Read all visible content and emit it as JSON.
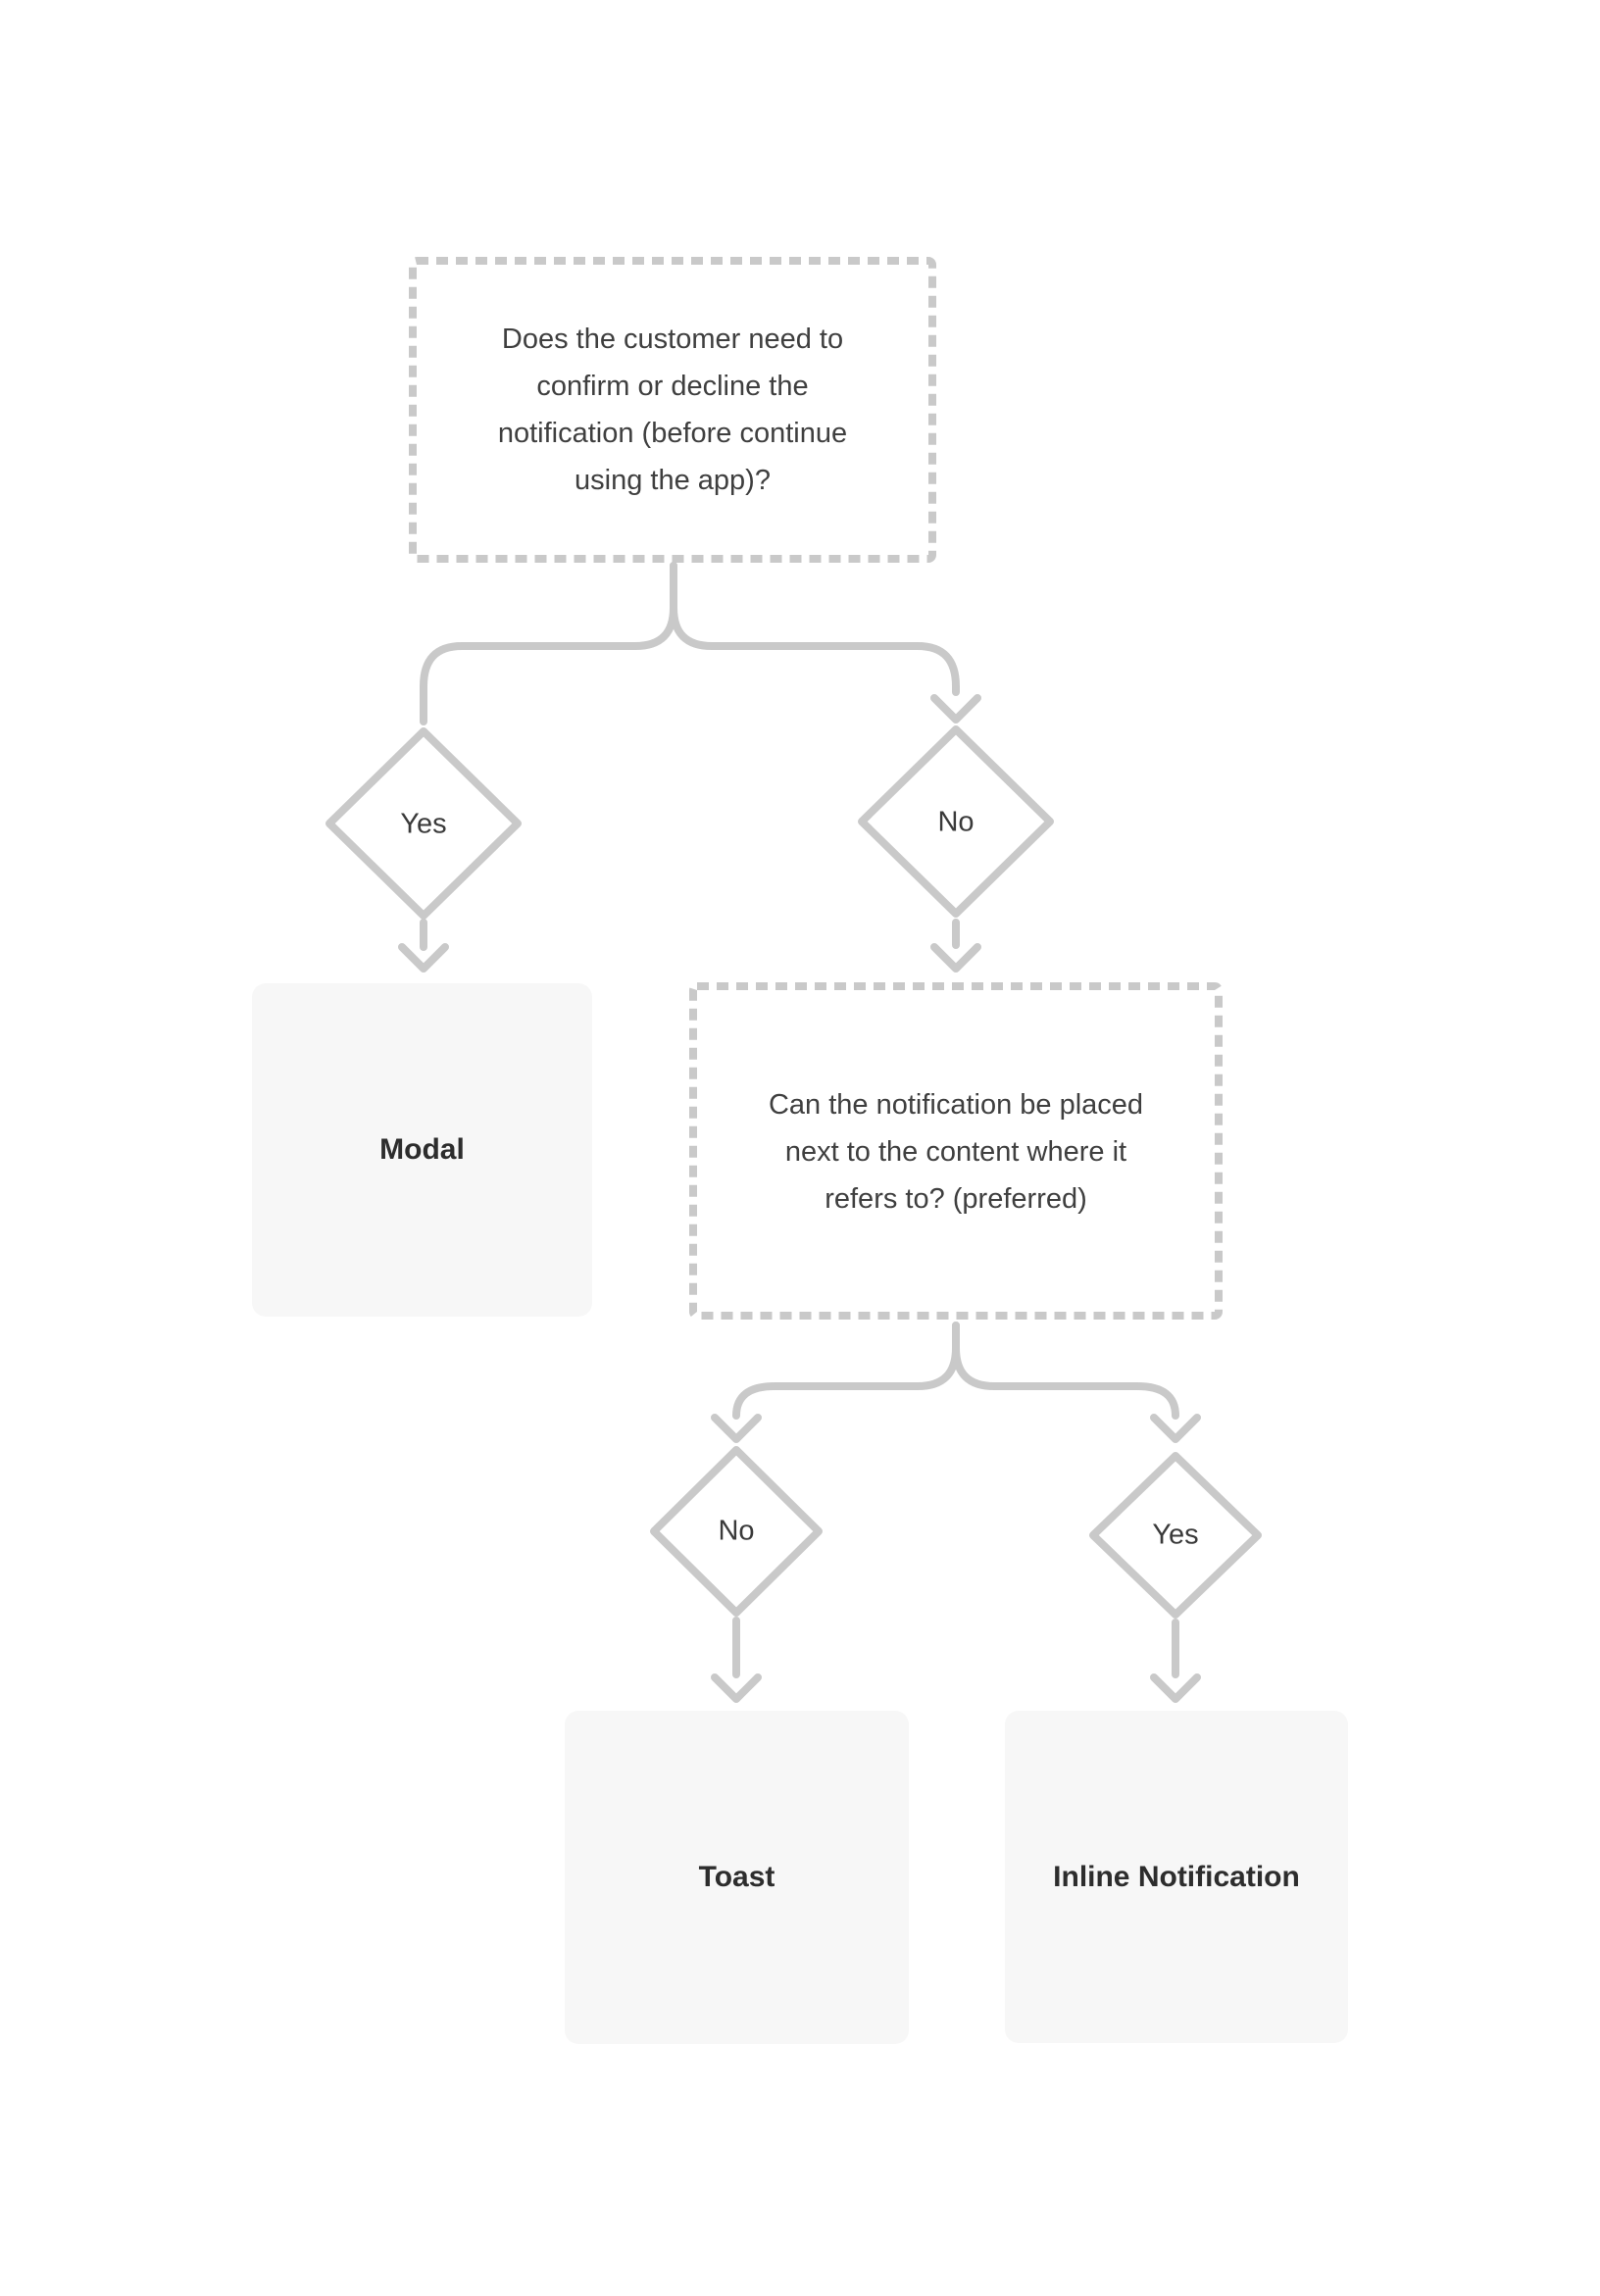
{
  "palette": {
    "line": "#c9c9c9",
    "box_fill": "#f7f7f7",
    "question_text": "#3f3f3f",
    "label_text": "#3a3a3a",
    "result_text": "#2d2d2d",
    "page_bg": "#ffffff"
  },
  "flowchart": {
    "question1": {
      "text": "Does the customer need to\nconfirm or decline the\nnotification (before continue\nusing the app)?"
    },
    "question2": {
      "text": "Can the notification be placed\nnext to the content where it\nrefers to? (preferred)"
    },
    "decisions": {
      "yes_top": "Yes",
      "no_top": "No",
      "no_bottom": "No",
      "yes_bottom": "Yes"
    },
    "results": {
      "modal": {
        "label": "Modal"
      },
      "toast": {
        "label": "Toast"
      },
      "inline": {
        "label": "Inline Notification"
      }
    }
  }
}
